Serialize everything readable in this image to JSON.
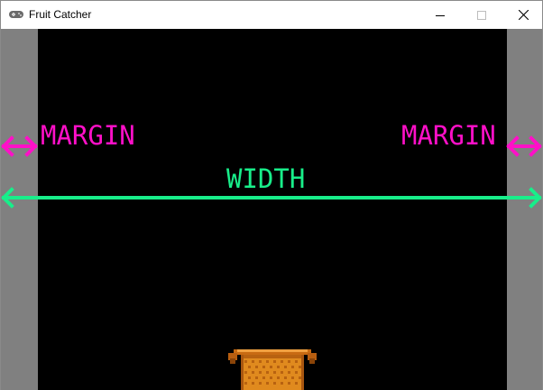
{
  "window": {
    "title": "Fruit Catcher",
    "icon": "gamepad-icon",
    "controls": [
      "minimize-icon",
      "maximize-icon",
      "close-icon"
    ]
  },
  "game": {
    "labels": {
      "margin_left": "MARGIN",
      "margin_right": "MARGIN",
      "width": "WIDTH"
    },
    "colors": {
      "background": "#000000",
      "margin": "#808080",
      "margin_label": "#ff10c8",
      "width_label": "#18ee8a",
      "basket": "#e08a1e"
    },
    "player": "basket"
  }
}
